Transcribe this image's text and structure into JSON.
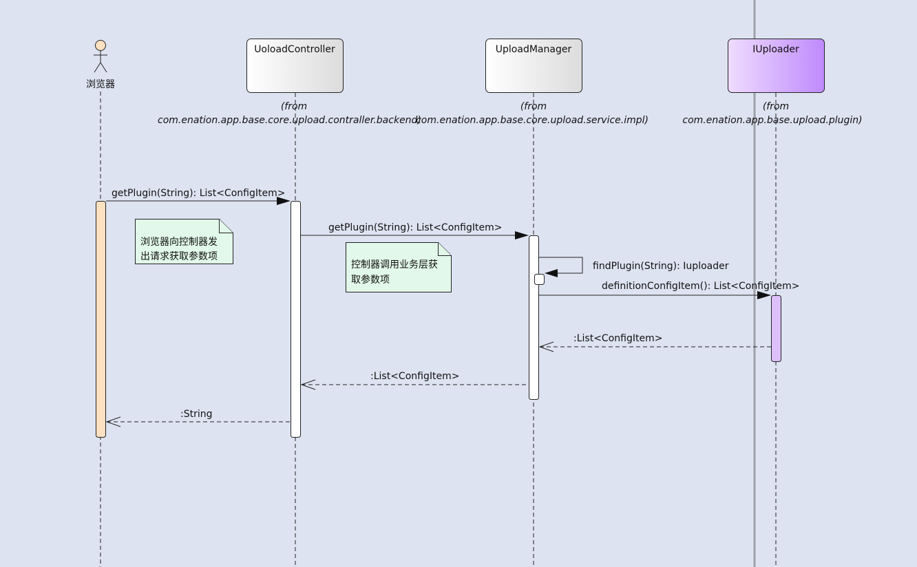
{
  "actor": {
    "label": "浏览器"
  },
  "lifelines": [
    {
      "name": "UoloadController",
      "from_line1": "(from",
      "from_line2": "com.enation.app.base.core.upload.contraller.backend)"
    },
    {
      "name": "UploadManager",
      "from_line1": "(from",
      "from_line2": "com.enation.app.base.core.upload.service.impl)"
    },
    {
      "name": "IUploader",
      "from_line1": "(from",
      "from_line2": "com.enation.app.base.upload.plugin)"
    }
  ],
  "messages": [
    {
      "label": "getPlugin(String): List<ConfigItem>",
      "kind": "call"
    },
    {
      "label": "getPlugin(String): List<ConfigItem>",
      "kind": "call"
    },
    {
      "label": "findPlugin(String): Iuploader",
      "kind": "self-call"
    },
    {
      "label": "definitionConfigItem(): List<ConfigItem>",
      "kind": "call"
    },
    {
      "label": ":List<ConfigItem>",
      "kind": "return"
    },
    {
      "label": ":List<ConfigItem>",
      "kind": "return"
    },
    {
      "label": ":String",
      "kind": "return"
    }
  ],
  "notes": [
    {
      "line1": "浏览器向控制器发",
      "line2": "出请求获取参数项"
    },
    {
      "line1": "控制器调用业务层获",
      "line2": "取参数项"
    }
  ],
  "colors": {
    "background": "#dde3f1",
    "actor_activation": "#fde0c0",
    "plugin_activation": "#dcc0fa",
    "note_fill": "#e2f8ea",
    "interface_box_fill": "#d2a7ff"
  }
}
